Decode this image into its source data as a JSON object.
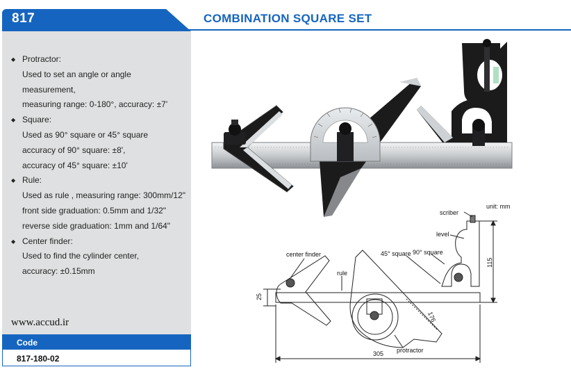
{
  "header": {
    "model_number": "817",
    "title": "COMBINATION SQUARE SET"
  },
  "specs": [
    {
      "heading": "Protractor:",
      "lines": [
        "Used to set an angle or angle",
        "measurement,",
        "measuring range: 0-180°, accuracy: ±7'"
      ]
    },
    {
      "heading": "Square:",
      "lines": [
        "Used as 90° square or 45° square",
        "accuracy of  90° square: ±8',",
        "accuracy of 45° square: ±10'"
      ]
    },
    {
      "heading": "Rule:",
      "lines": [
        "Used as rule , measuring range: 300mm/12\"",
        "front side graduation: 0.5mm and 1/32\"",
        "reverse side graduation: 1mm and 1/64\""
      ]
    },
    {
      "heading": "Center finder:",
      "lines": [
        "Used to find the cylinder center,",
        "accuracy: ±0.15mm"
      ]
    }
  ],
  "website": "www.accud.ir",
  "code_table": {
    "header": "Code",
    "value": "817-180-02"
  },
  "diagram": {
    "unit": "unit: mm",
    "labels": {
      "scriber": "scriber",
      "level": "level",
      "square_45": "45° square",
      "square_90": "90° square",
      "center_finder": "center finder",
      "rule": "rule",
      "protractor": "protractor"
    },
    "dimensions": {
      "height_left": "25",
      "height_right": "115",
      "length": "305",
      "diagonal": "176"
    }
  },
  "colors": {
    "brand_blue": "#1565c0",
    "sidebar_gray": "#dfe0e1"
  }
}
